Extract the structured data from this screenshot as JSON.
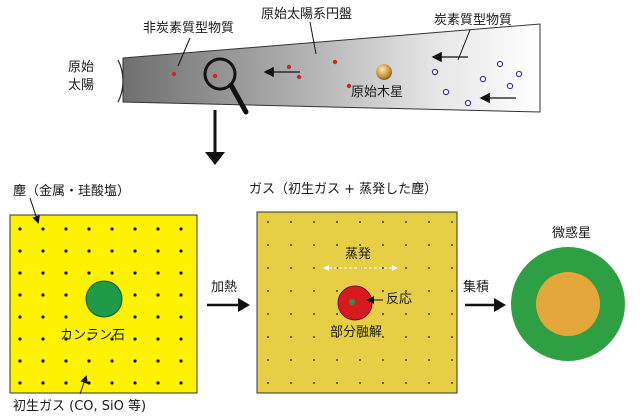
{
  "disk": {
    "title": "原始太陽系円盤",
    "non_carbonaceous_label": "非炭素質型物質",
    "carbonaceous_label": "炭素質型物質",
    "jupiter_label": "原始木星",
    "sun_label_line1": "原始",
    "sun_label_line2": "太陽"
  },
  "panel_dust": {
    "dust_label": "塵（金属・珪酸塩）",
    "cai_label": "カンラン石",
    "gas_label": "初生ガス (CO, SiO 等)",
    "fill_color": "#fff200"
  },
  "panel_gas": {
    "title": "ガス（初生ガス + 蒸発した塵）",
    "evaporation_label": "蒸発",
    "reaction_label": "反応",
    "partial_melt_label": "部分融解",
    "fill_color": "#e6cf45"
  },
  "planetesimal": {
    "label": "微惑星",
    "outer_color": "#2ea043",
    "inner_color": "#e4a83a"
  },
  "arrows": {
    "heating_label": "加熱",
    "accumulation_label": "集積"
  }
}
